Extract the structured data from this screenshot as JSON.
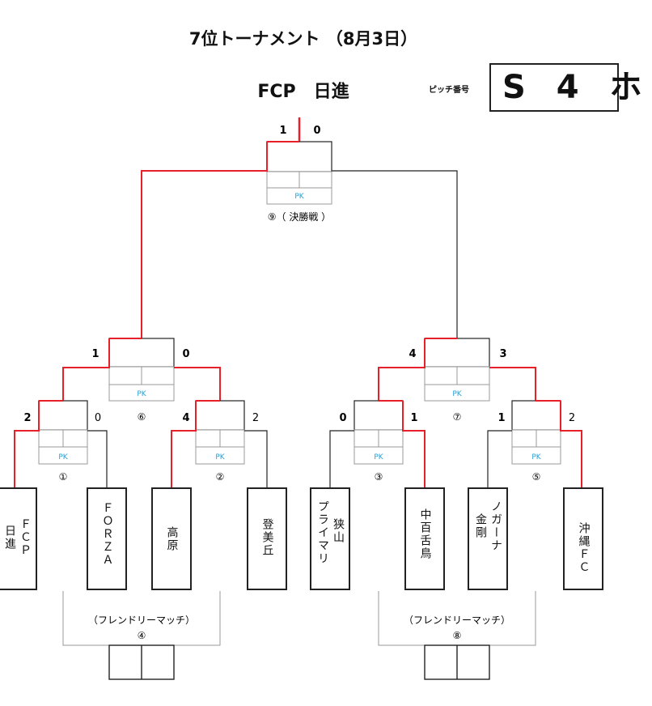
{
  "title": "7位トーナメント （8月3日）",
  "winner": "FCP　日進",
  "pitch": {
    "label": "ピッチ番号",
    "value": "S 4 ホ"
  },
  "colors": {
    "win_line": "#e8202a",
    "line": "#222222",
    "pk": "#22a0d8"
  },
  "teams": [
    {
      "id": "fcp",
      "columns": [
        "ＦＣＰ",
        "日進"
      ]
    },
    {
      "id": "forza",
      "columns": [
        "ＦＯＲＺＡ"
      ]
    },
    {
      "id": "takahara",
      "columns": [
        "高原"
      ]
    },
    {
      "id": "tomioka",
      "columns": [
        "登美丘"
      ]
    },
    {
      "id": "sayama",
      "columns": [
        "狭山",
        "プライマリ"
      ]
    },
    {
      "id": "nakamozu",
      "columns": [
        "中百舌鳥"
      ]
    },
    {
      "id": "nogana",
      "columns": [
        "ノガーナ",
        "金剛"
      ]
    },
    {
      "id": "okinawa",
      "columns": [
        "沖縄",
        "ＦＣ"
      ]
    }
  ],
  "matches": {
    "m1": {
      "number": "①",
      "pk": "PK",
      "score_left": "2",
      "score_right": "0"
    },
    "m2": {
      "number": "②",
      "pk": "PK",
      "score_left": "4",
      "score_right": "2"
    },
    "m3": {
      "number": "③",
      "pk": "PK",
      "score_left": "0",
      "score_right": "1"
    },
    "m5": {
      "number": "⑤",
      "pk": "PK",
      "score_left": "1",
      "score_right": "2"
    },
    "m6": {
      "number": "⑥",
      "pk": "PK",
      "score_left": "1",
      "score_right": "0"
    },
    "m7": {
      "number": "⑦",
      "pk": "PK",
      "score_left": "4",
      "score_right": "3"
    },
    "m9": {
      "number": "⑨（ 決勝戦 ）",
      "pk": "PK",
      "score_left": "1",
      "score_right": "0"
    }
  },
  "friendlies": [
    {
      "label": "（フレンドリーマッチ）",
      "number": "④"
    },
    {
      "label": "（フレンドリーマッチ）",
      "number": "⑧"
    }
  ]
}
